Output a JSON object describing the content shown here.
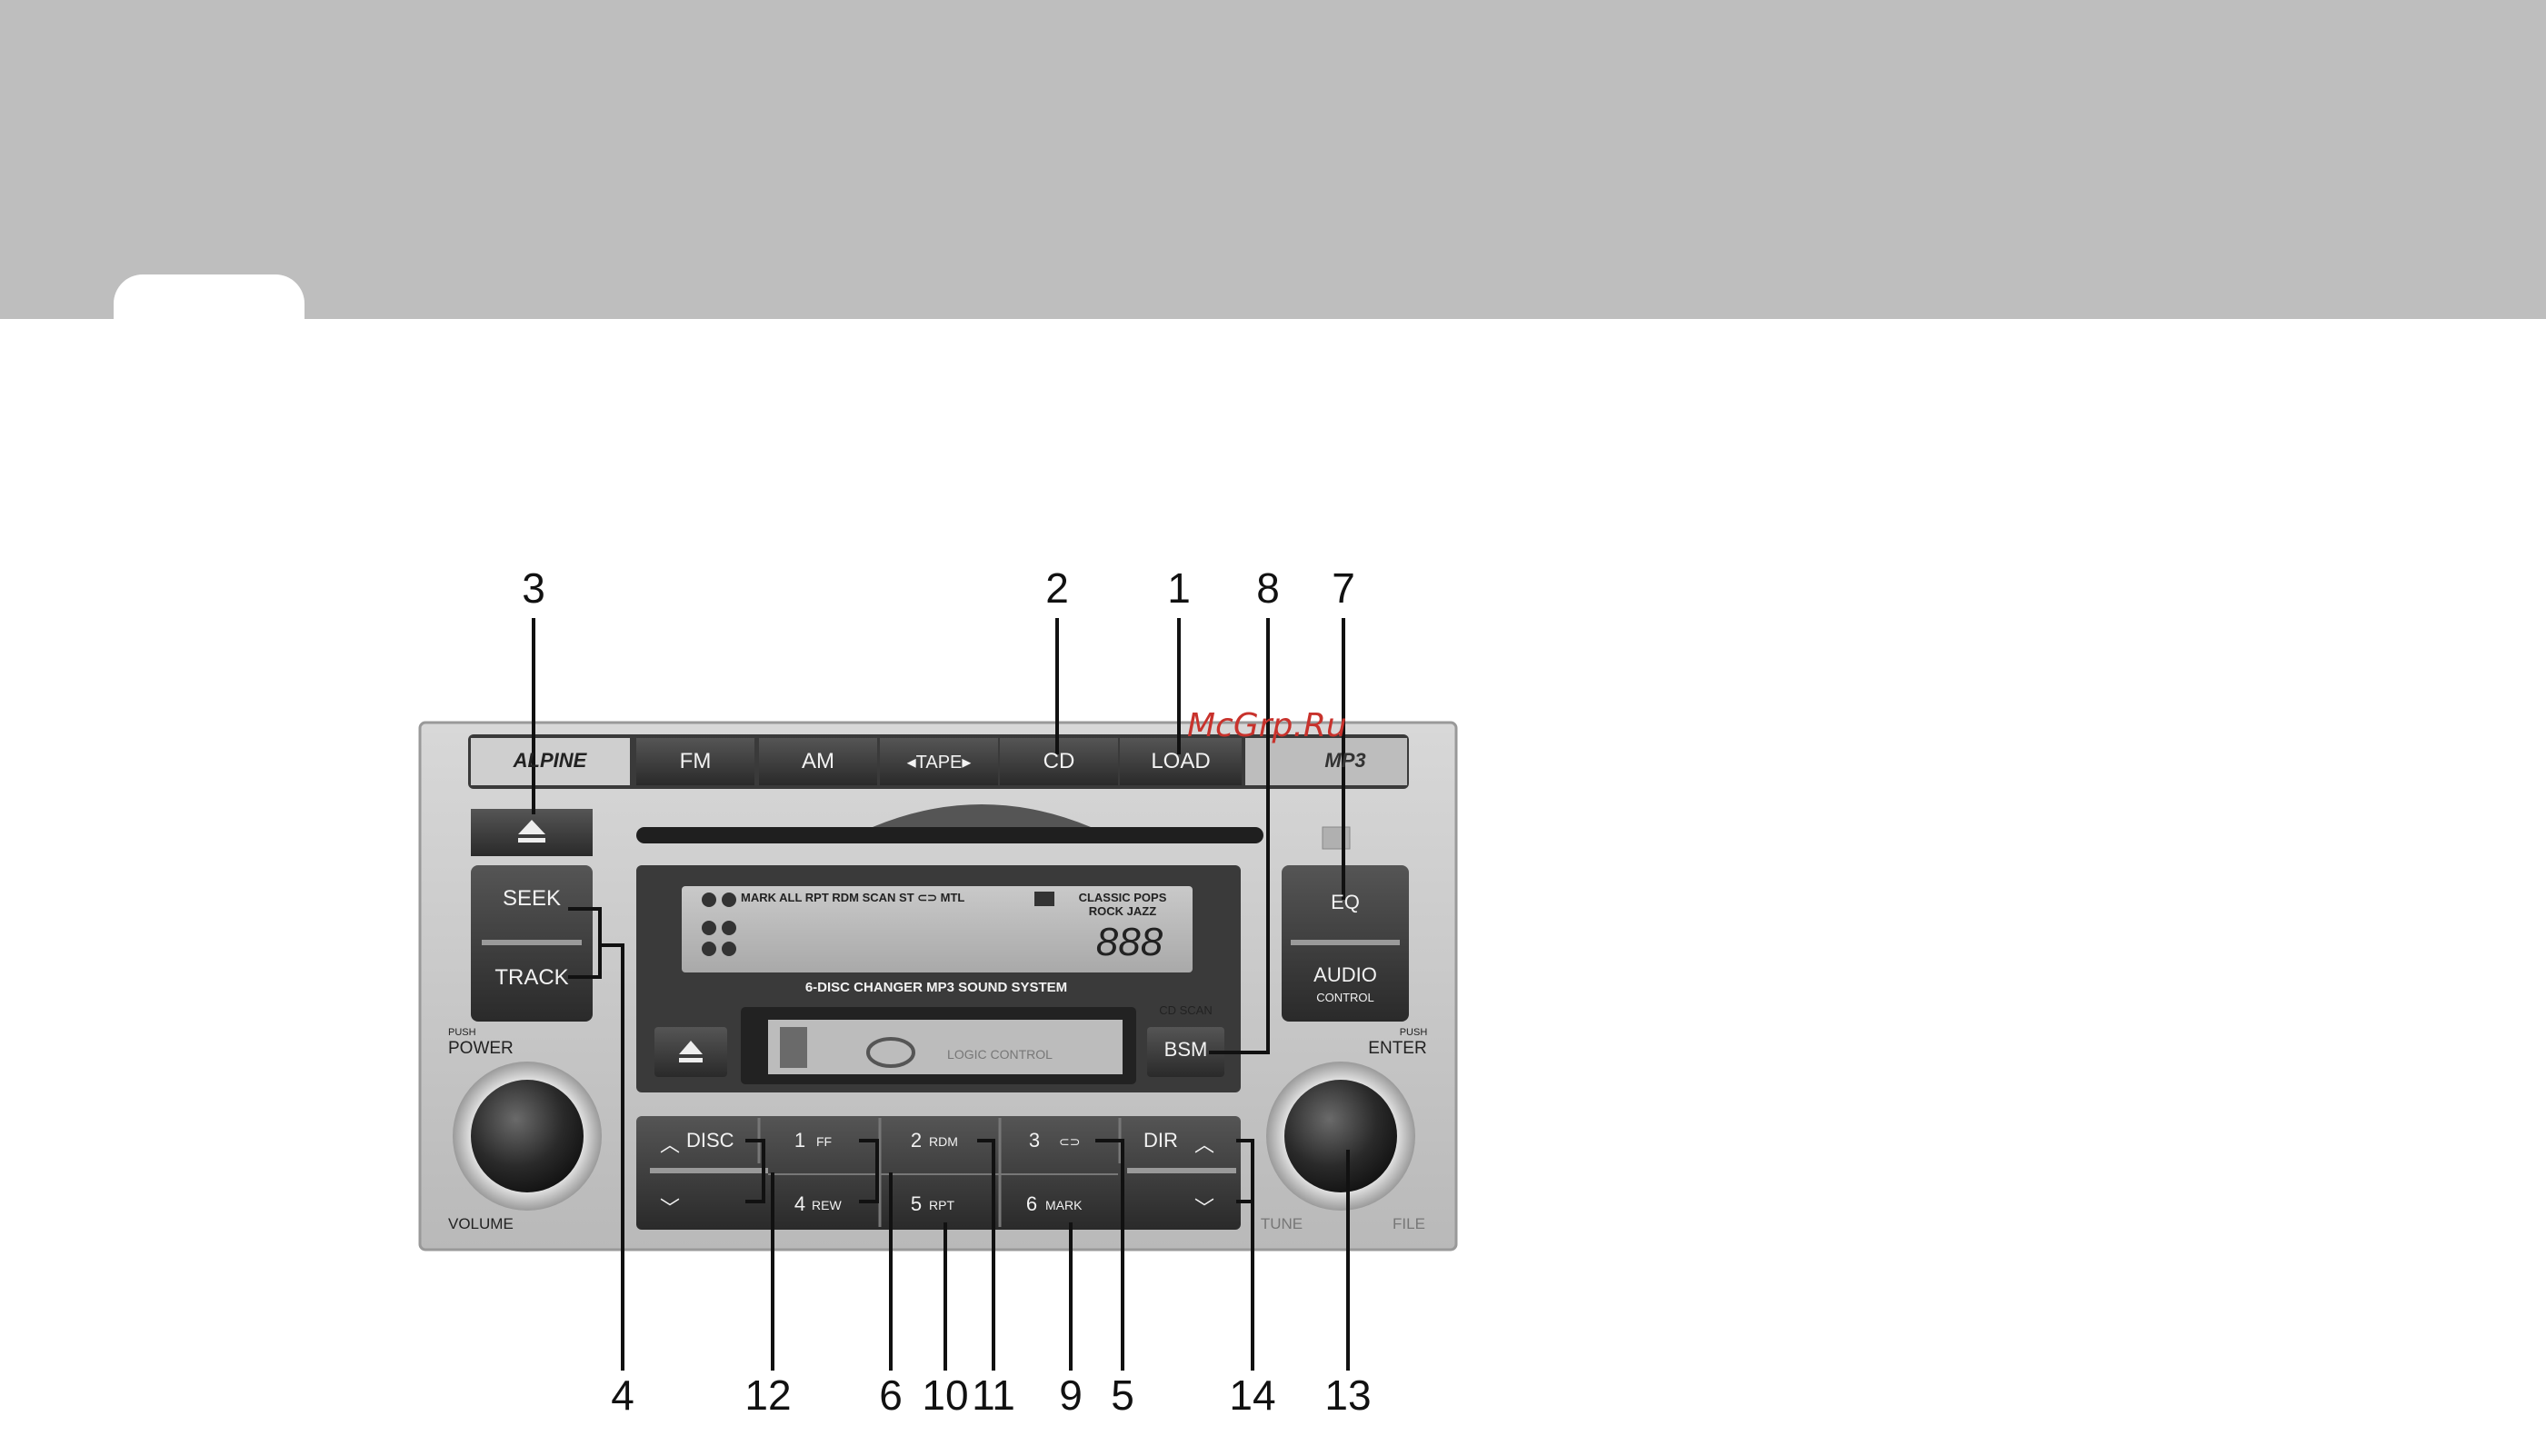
{
  "watermark": "McGrp.Ru",
  "radio": {
    "brand": "ALPINE",
    "mp3_badge": "MP3",
    "top_buttons": [
      "FM",
      "AM",
      "◂TAPE▸",
      "CD",
      "LOAD"
    ],
    "display_indicators": "MARK ALL RPT RDM SCAN ST ⊂⊃ MTL",
    "display_genres_1": "CLASSIC POPS",
    "display_genres_2": "ROCK JAZZ",
    "display_digits": "888",
    "system_caption": "6-DISC CHANGER MP3 SOUND SYSTEM",
    "tape_logo": "LOGIC CONTROL",
    "seek_label": "SEEK",
    "track_label": "TRACK",
    "power_push": "PUSH",
    "power_label": "POWER",
    "volume_label": "VOLUME",
    "eq_label": "EQ",
    "audio_label": "AUDIO",
    "audio_sub": "CONTROL",
    "cd_scan_label": "CD SCAN",
    "bsm_label": "BSM",
    "enter_push": "PUSH",
    "enter_label": "ENTER",
    "tune_label": "TUNE",
    "file_label": "FILE",
    "disc_label": "DISC",
    "preset_1": "1",
    "preset_1_sub": "FF",
    "preset_2": "2",
    "preset_2_sub": "RDM",
    "preset_3": "3",
    "preset_3_sub": "⊂⊃",
    "dir_label": "DIR",
    "preset_4": "4",
    "preset_4_sub": "REW",
    "preset_5": "5",
    "preset_5_sub": "RPT",
    "preset_6": "6",
    "preset_6_sub": "MARK"
  },
  "callouts_top": [
    "3",
    "2",
    "1",
    "8",
    "7"
  ],
  "callouts_bottom": [
    "4",
    "12",
    "6",
    "10",
    "11",
    "9",
    "5",
    "14",
    "13"
  ]
}
